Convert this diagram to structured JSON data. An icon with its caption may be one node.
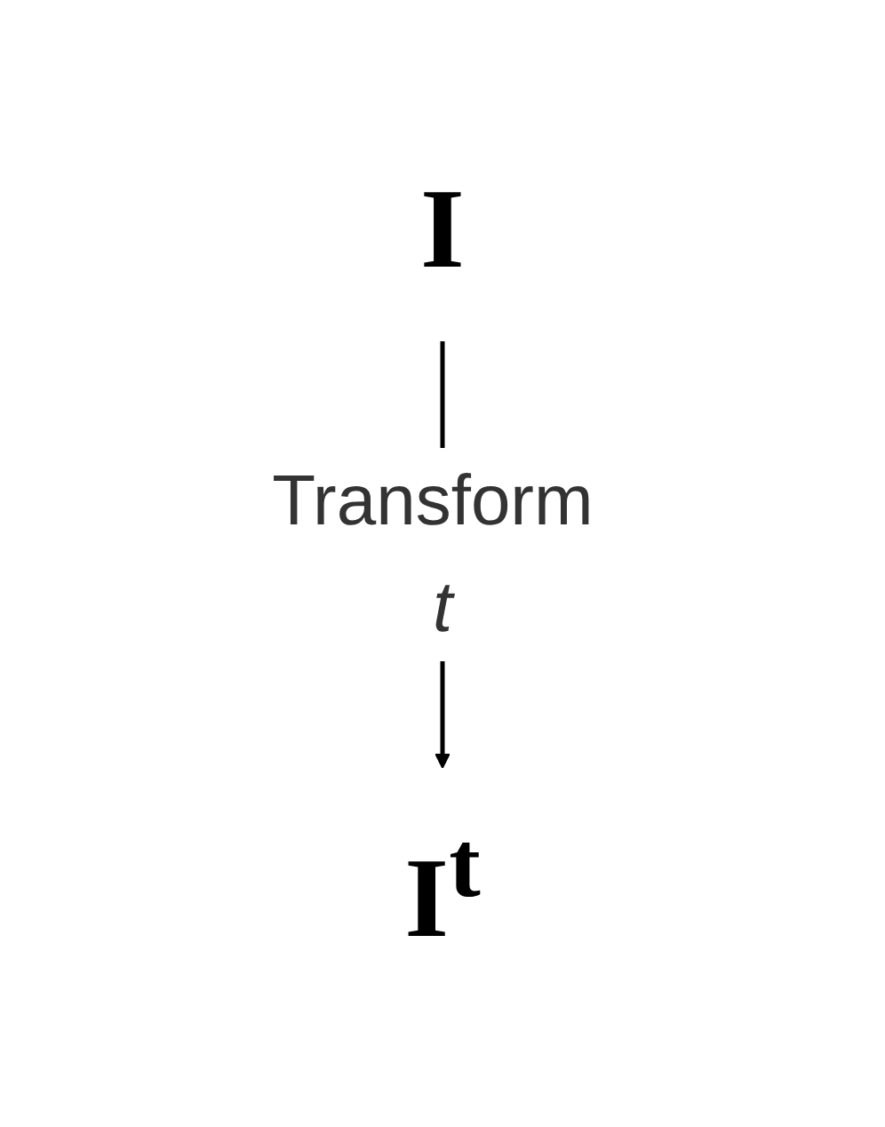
{
  "diagram": {
    "nodes": [
      {
        "text": [
          "I"
        ]
      },
      {
        "text": [
          "I$^{t}$"
        ]
      }
    ],
    "edges": [
      {
        "from": 0,
        "to": 1,
        "arrow": "to",
        "label": "Transform *t*"
      }
    ]
  }
}
